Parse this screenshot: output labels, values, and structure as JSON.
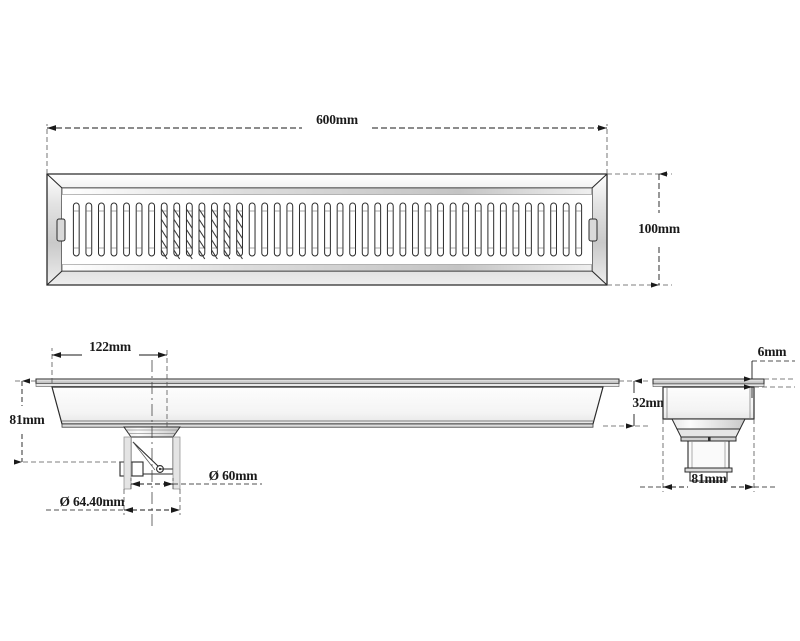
{
  "drawing": {
    "title": "Linear Shower Drain Technical Drawing",
    "product": "linear-shower-drain",
    "units": "mm",
    "line_color": "#2b2b2b",
    "dim_color": "#1a1a1a",
    "fill_light": "#f2f2f2",
    "fill_mid": "#d8d8d8",
    "fill_dark": "#bdbdbd",
    "background": "#ffffff"
  },
  "views": {
    "top": {
      "name": "top-view",
      "label": "",
      "slot_count": 41,
      "dimensions": {
        "length": "600mm",
        "width": "100mm"
      }
    },
    "front": {
      "name": "front-section-view",
      "label": "",
      "dimensions": {
        "outlet_offset": "122mm",
        "height": "81mm",
        "plate_to_base": "32mm",
        "outlet_inner_dia": "Ø 60mm",
        "outlet_outer_dia": "Ø 64.40mm"
      }
    },
    "side": {
      "name": "side-end-view",
      "label": "",
      "dimensions": {
        "plate_thickness": "6mm",
        "body_width": "81mm"
      }
    }
  },
  "annotations": {
    "length_600": "600mm",
    "width_100": "100mm",
    "offset_122": "122mm",
    "height_81": "81mm",
    "depth_32": "32mm",
    "dia_60": "Ø 60mm",
    "dia_64_40": "Ø 64.40mm",
    "thickness_6": "6mm",
    "width_81": "81mm"
  }
}
